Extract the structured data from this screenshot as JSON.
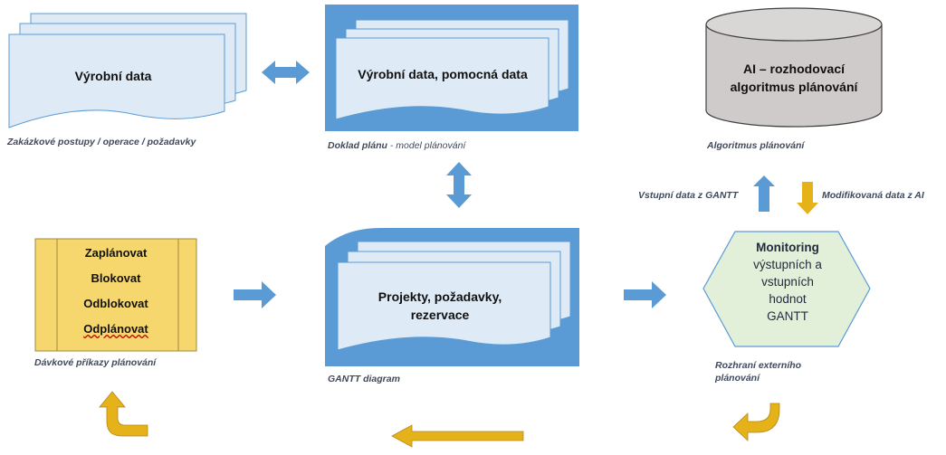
{
  "nodes": {
    "production_data": {
      "text": "Výrobní data",
      "caption": "Zakázkové postupy  / operace / požadavky"
    },
    "plan_document": {
      "text": "Výrobní data, pomocná data",
      "caption_bold": "Doklad plánu",
      "caption_rest": " - model plánování"
    },
    "ai_algorithm": {
      "line1": "AI – rozhodovací",
      "line2": "algoritmus plánování",
      "caption": "Algoritmus  plánování"
    },
    "batch_commands": {
      "items": [
        "Zaplánovat",
        "Blokovat",
        "Odblokovat",
        "Odplánovat"
      ],
      "caption": "Dávkové příkazy plánování"
    },
    "gantt": {
      "line1": "Projekty, požadavky,",
      "line2": "rezervace",
      "caption": "GANTT diagram"
    },
    "monitoring": {
      "title": "Monitoring",
      "lines": [
        "výstupních a",
        "vstupních",
        "hodnot",
        "GANTT"
      ],
      "caption_line1": "Rozhraní  externího",
      "caption_line2": "plánování"
    }
  },
  "edges": {
    "to_ai": "Vstupní data z GANTT",
    "from_ai": "Modifikovaná data z AI"
  },
  "colors": {
    "doc_fill": "#deebf7",
    "doc_stroke": "#5b9bd5",
    "panel_blue": "#5b9bd5",
    "arrow_blue": "#5b9bd5",
    "arrow_gold": "#e6b21a",
    "batch_fill": "#f5d76e",
    "cylinder_fill": "#cfcbcb",
    "hexagon_fill": "#e2efd9"
  }
}
